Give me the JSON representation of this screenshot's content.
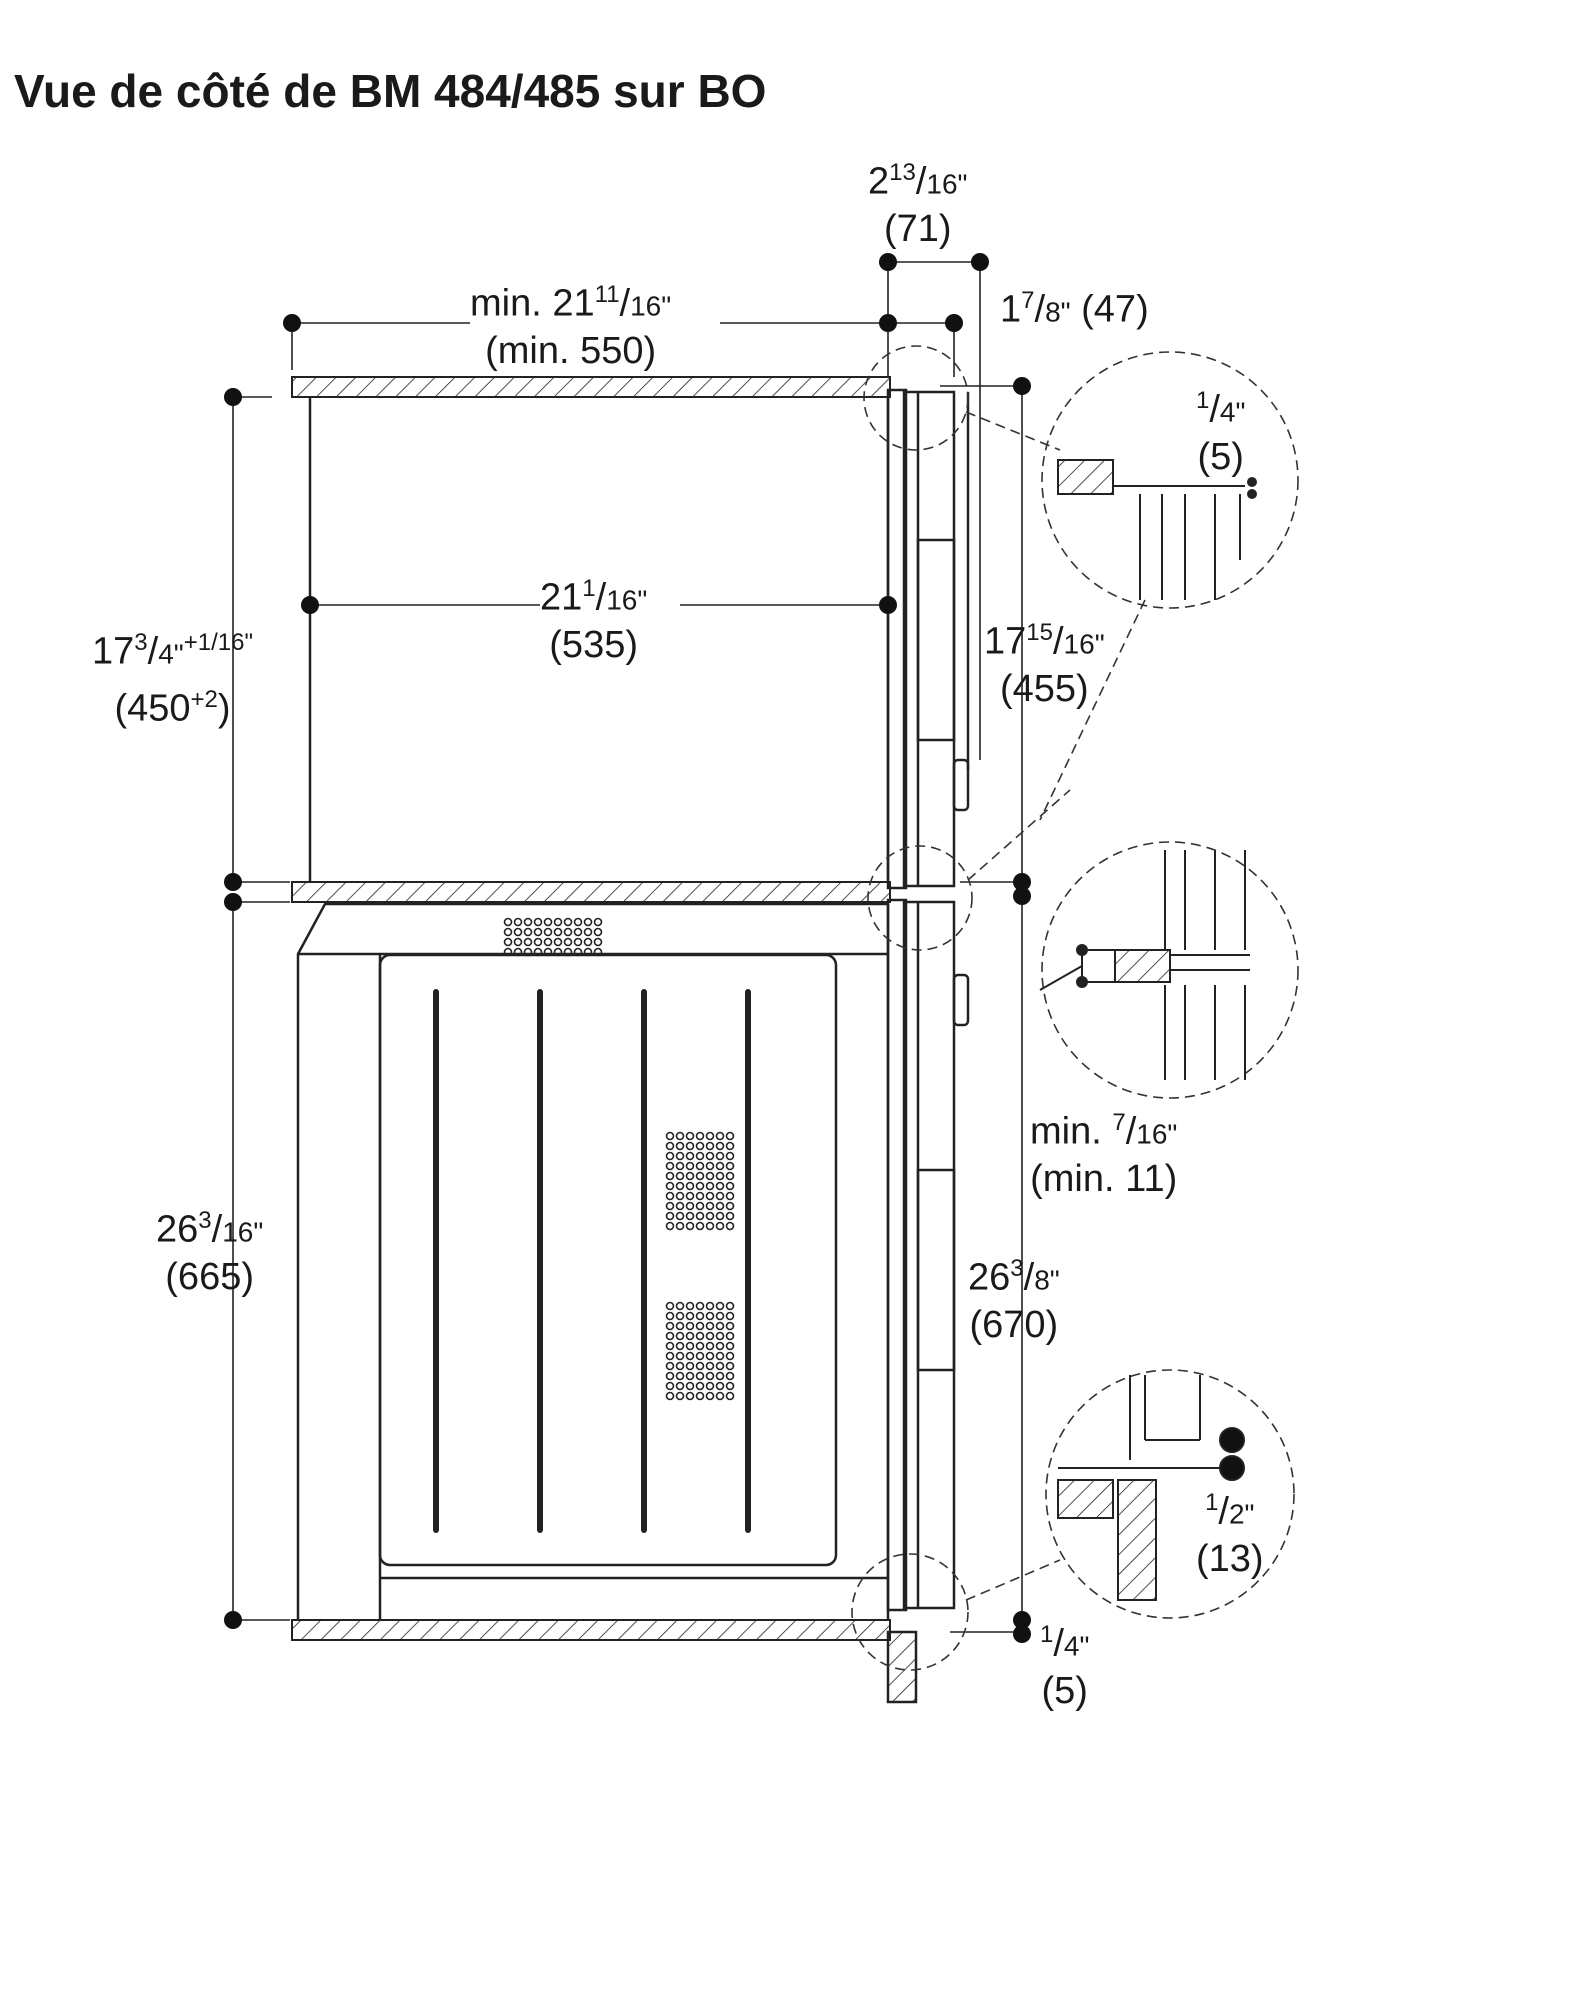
{
  "title": "Vue de côté de BM 484/485 sur BO",
  "dimensions": {
    "top_depth": {
      "whole": "2",
      "num": "13",
      "den": "16\"",
      "metric": "(71)"
    },
    "panel_depth": {
      "whole": "1",
      "num": "7",
      "den": "8\"",
      "metric": "(47)"
    },
    "min_depth": {
      "prefix": "min. 21",
      "num": "11",
      "den": "16\"",
      "metric": "(min. 550)"
    },
    "inner_depth": {
      "whole": "21",
      "num": "1",
      "den": "16\"",
      "metric": "(535)"
    },
    "upper_height": {
      "whole": "17",
      "num": "3",
      "den": "4\"",
      "tol": "+1/16\"",
      "metric": "(450",
      "metric_tol": "+2",
      "metric_close": ")"
    },
    "front_upper_height": {
      "whole": "17",
      "num": "15",
      "den": "16\"",
      "metric": "(455)"
    },
    "lower_height": {
      "whole": "26",
      "num": "3",
      "den": "16\"",
      "metric": "(665)"
    },
    "front_lower_height": {
      "whole": "26",
      "num": "3",
      "den": "8\"",
      "metric": "(670)"
    },
    "gap_top": {
      "num": "1",
      "den": "4\"",
      "metric": "(5)"
    },
    "gap_mid": {
      "prefix": "min.",
      "num": "7",
      "den": "16\"",
      "metric": "(min. 11)"
    },
    "gap_low": {
      "num": "1",
      "den": "2\"",
      "metric": "(13)"
    },
    "gap_bottom": {
      "num": "1",
      "den": "4\"",
      "metric": "(5)"
    }
  }
}
